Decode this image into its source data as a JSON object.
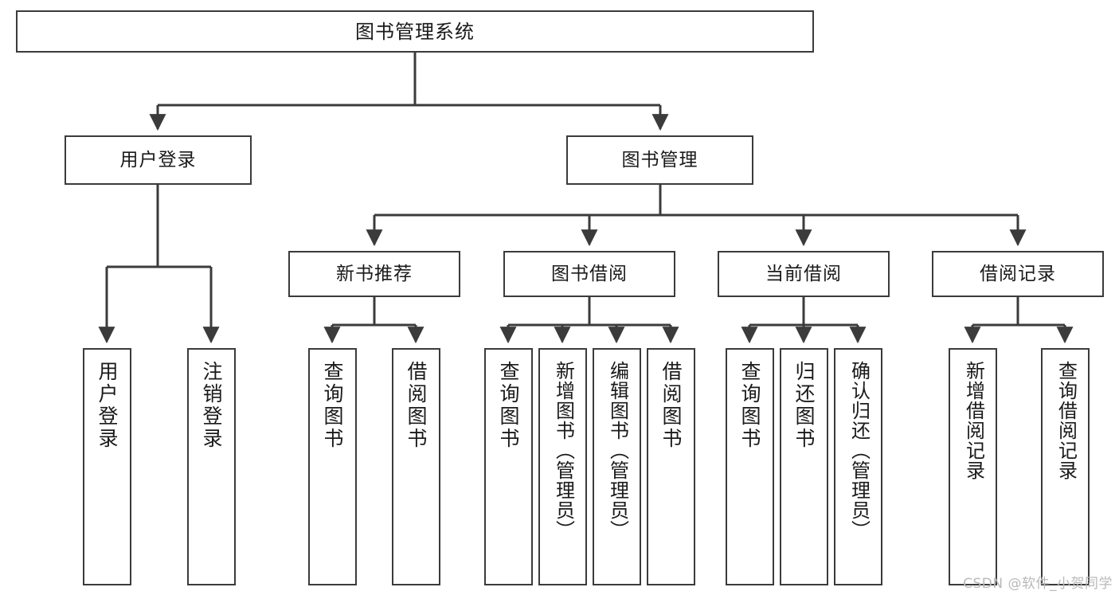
{
  "diagram": {
    "title": "图书管理系统",
    "type": "tree",
    "orientation": "top-down",
    "colors": {
      "box_border": "#3b3b3b",
      "box_fill": "#ffffff",
      "edge": "#3b3b3b",
      "text": "#1a1a1a",
      "watermark": "#b9b9b9",
      "canvas": "#ffffff"
    }
  },
  "nodes": {
    "root": {
      "label": "图书管理系统"
    },
    "level1": [
      {
        "label": "用户登录"
      },
      {
        "label": "图书管理"
      }
    ],
    "level2": [
      {
        "label": "新书推荐"
      },
      {
        "label": "图书借阅"
      },
      {
        "label": "当前借阅"
      },
      {
        "label": "借阅记录"
      }
    ],
    "leaves": {
      "user_login": [
        {
          "label": "用户登录"
        },
        {
          "label": "注销登录"
        }
      ],
      "new_book_recommend": [
        {
          "label": "查询图书"
        },
        {
          "label": "借阅图书"
        }
      ],
      "book_borrow": [
        {
          "label": "查询图书"
        },
        {
          "label": "新增图书（管理员）"
        },
        {
          "label": "编辑图书（管理员）"
        },
        {
          "label": "借阅图书"
        }
      ],
      "current_borrow": [
        {
          "label": "查询图书"
        },
        {
          "label": "归还图书"
        },
        {
          "label": "确认归还（管理员）"
        }
      ],
      "borrow_record": [
        {
          "label": "新增借阅记录"
        },
        {
          "label": "查询借阅记录"
        }
      ]
    }
  },
  "watermark": {
    "text": "CSDN @软件_小贺同学"
  }
}
